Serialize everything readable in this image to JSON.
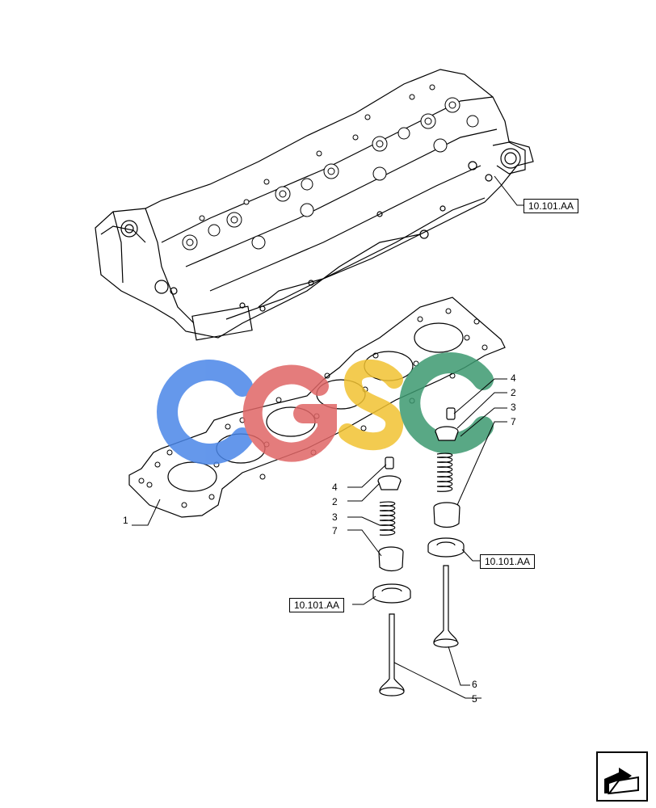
{
  "callouts": {
    "cylinder_head_ref": "10.101.AA",
    "gasket": "1",
    "left_valve_4": "4",
    "left_valve_2": "2",
    "left_valve_3": "3",
    "left_valve_7": "7",
    "left_seat_ref": "10.101.AA",
    "left_valve_5": "5",
    "right_valve_4": "4",
    "right_valve_2": "2",
    "right_valve_3": "3",
    "right_valve_7": "7",
    "right_seat_ref": "10.101.AA",
    "right_valve_6": "6"
  },
  "watermark": {
    "text": "CGSC",
    "colors": [
      "#4a86e8",
      "#e06666",
      "#f1c232",
      "#3d9970"
    ]
  },
  "icons": {
    "nav": "next-page-arrow-icon"
  }
}
